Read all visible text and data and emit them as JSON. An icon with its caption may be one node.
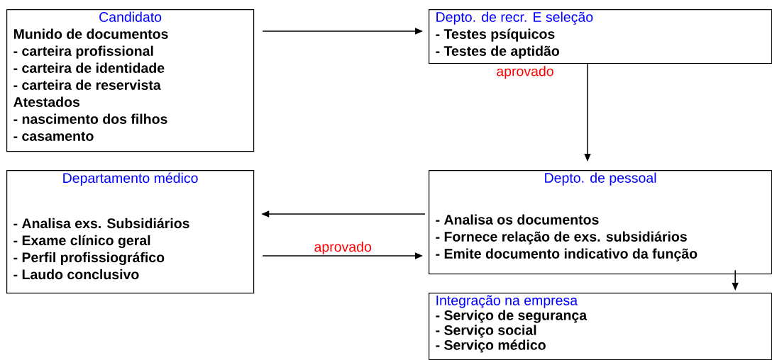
{
  "diagram": {
    "nodes": [
      {
        "text": [
          "Candidato",
          "Munido de documentos",
          "- carteira profissional",
          "- carteira de identidade",
          "- carteira de reservista",
          "Atestados",
          "- nascimento dos filhos",
          "- casamento"
        ]
      },
      {
        "text": [
          "Depto. de recr. E seleção",
          "- Testes psíquicos",
          "- Testes de aptidão"
        ]
      },
      {
        "text": [
          "Departamento médico",
          "- Analisa exs. Subsidiários",
          "- Exame clínico geral",
          "- Perfil profissiográfico",
          "- Laudo conclusivo"
        ]
      },
      {
        "text": [
          "Depto. de pessoal",
          "- Analisa os documentos",
          "- Fornece relação de exs. subsidiários",
          "- Emite documento indicativo da função"
        ]
      },
      {
        "text": [
          "Integração na empresa",
          "- Serviço de segurança",
          "- Serviço social",
          "- Serviço médico"
        ]
      }
    ],
    "edges": [
      {
        "from": 0,
        "to": 1,
        "arrow": "to"
      },
      {
        "from": 1,
        "to": 3,
        "arrow": "to",
        "label": "aprovado"
      },
      {
        "from": 3,
        "to": 2,
        "arrow": "to"
      },
      {
        "from": 2,
        "to": 3,
        "arrow": "to",
        "label": "aprovado"
      },
      {
        "from": 3,
        "to": 4,
        "arrow": "to"
      }
    ]
  }
}
